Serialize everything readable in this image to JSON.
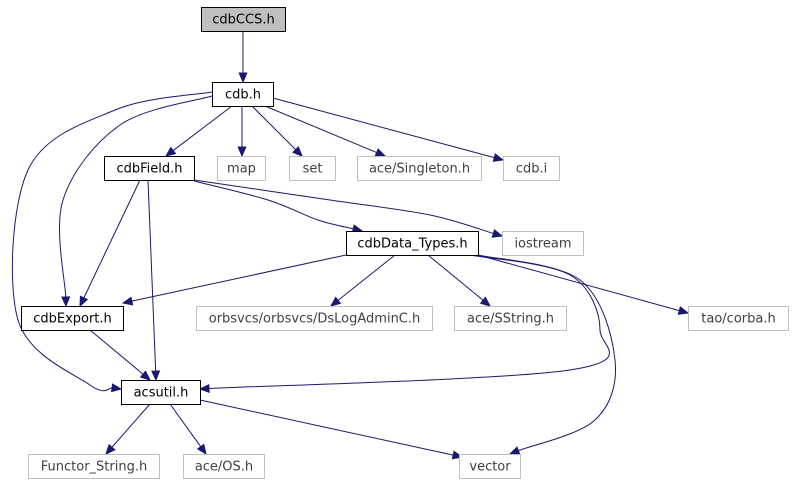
{
  "diagram": {
    "nodes": [
      {
        "id": "cdbCCS_h",
        "label": "cdbCCS.h",
        "kind": "root"
      },
      {
        "id": "cdb_h",
        "label": "cdb.h",
        "kind": "doc"
      },
      {
        "id": "cdbField_h",
        "label": "cdbField.h",
        "kind": "doc"
      },
      {
        "id": "map",
        "label": "map",
        "kind": "ext"
      },
      {
        "id": "set",
        "label": "set",
        "kind": "ext"
      },
      {
        "id": "ace_Singleton_h",
        "label": "ace/Singleton.h",
        "kind": "ext"
      },
      {
        "id": "cdb_i",
        "label": "cdb.i",
        "kind": "ext"
      },
      {
        "id": "cdbData_Types_h",
        "label": "cdbData_Types.h",
        "kind": "doc"
      },
      {
        "id": "iostream",
        "label": "iostream",
        "kind": "ext"
      },
      {
        "id": "cdbExport_h",
        "label": "cdbExport.h",
        "kind": "doc"
      },
      {
        "id": "orbsvcs_DsLogAdminC_h",
        "label": "orbsvcs/orbsvcs/DsLogAdminC.h",
        "kind": "ext"
      },
      {
        "id": "ace_SString_h",
        "label": "ace/SString.h",
        "kind": "ext"
      },
      {
        "id": "tao_corba_h",
        "label": "tao/corba.h",
        "kind": "ext"
      },
      {
        "id": "acsutil_h",
        "label": "acsutil.h",
        "kind": "doc"
      },
      {
        "id": "Functor_String_h",
        "label": "Functor_String.h",
        "kind": "ext"
      },
      {
        "id": "ace_OS_h",
        "label": "ace/OS.h",
        "kind": "ext"
      },
      {
        "id": "vector",
        "label": "vector",
        "kind": "ext"
      }
    ],
    "edges": [
      {
        "from": "cdbCCS_h",
        "to": "cdb_h"
      },
      {
        "from": "cdb_h",
        "to": "cdbField_h"
      },
      {
        "from": "cdb_h",
        "to": "map"
      },
      {
        "from": "cdb_h",
        "to": "set"
      },
      {
        "from": "cdb_h",
        "to": "ace_Singleton_h"
      },
      {
        "from": "cdb_h",
        "to": "cdb_i"
      },
      {
        "from": "cdb_h",
        "to": "cdbExport_h"
      },
      {
        "from": "cdb_h",
        "to": "acsutil_h"
      },
      {
        "from": "cdbField_h",
        "to": "cdbData_Types_h"
      },
      {
        "from": "cdbField_h",
        "to": "iostream"
      },
      {
        "from": "cdbField_h",
        "to": "cdbExport_h"
      },
      {
        "from": "cdbField_h",
        "to": "acsutil_h"
      },
      {
        "from": "cdbData_Types_h",
        "to": "cdbExport_h"
      },
      {
        "from": "cdbData_Types_h",
        "to": "orbsvcs_DsLogAdminC_h"
      },
      {
        "from": "cdbData_Types_h",
        "to": "ace_SString_h"
      },
      {
        "from": "cdbData_Types_h",
        "to": "tao_corba_h"
      },
      {
        "from": "cdbData_Types_h",
        "to": "acsutil_h"
      },
      {
        "from": "cdbData_Types_h",
        "to": "vector"
      },
      {
        "from": "cdbExport_h",
        "to": "acsutil_h"
      },
      {
        "from": "acsutil_h",
        "to": "Functor_String_h"
      },
      {
        "from": "acsutil_h",
        "to": "ace_OS_h"
      },
      {
        "from": "acsutil_h",
        "to": "vector"
      }
    ]
  },
  "colors": {
    "edge": "#191970",
    "root_fill": "#bfbfbf",
    "documented_border": "#000000",
    "external_border": "#bfbfbf",
    "external_text": "#404040"
  }
}
